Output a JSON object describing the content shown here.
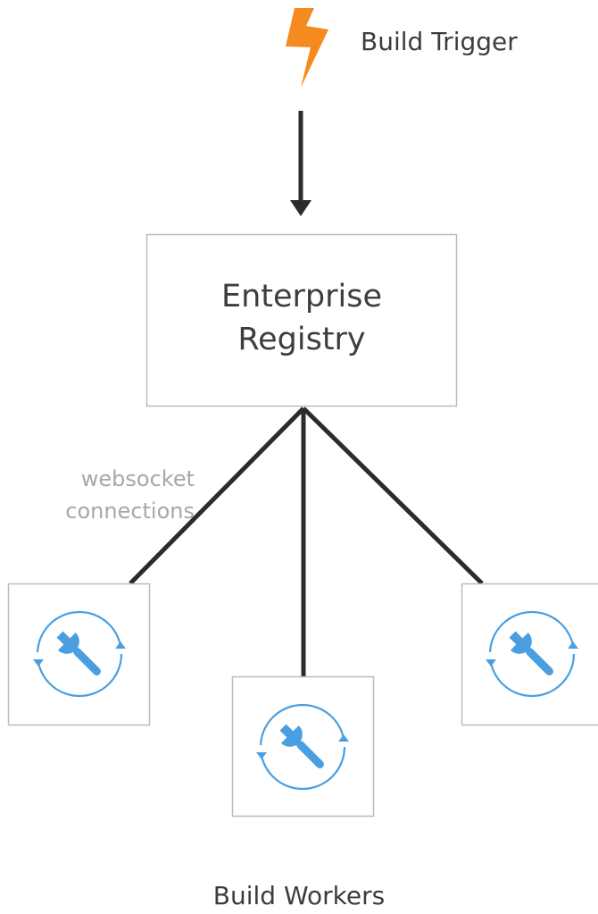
{
  "trigger": {
    "label": "Build Trigger",
    "icon": "lightning-bolt",
    "color": "#f58a1f"
  },
  "registry": {
    "line1": "Enterprise",
    "line2": "Registry"
  },
  "connections": {
    "line1": "websocket",
    "line2": "connections"
  },
  "workers": {
    "label": "Build Workers",
    "icon": "wrench-refresh",
    "count": 3,
    "color": "#4a9fe0"
  },
  "colors": {
    "line": "#2b2b2b",
    "box_border": "#bcbcbc",
    "text": "#3d3d3d",
    "muted_text": "#a7a7a7"
  }
}
